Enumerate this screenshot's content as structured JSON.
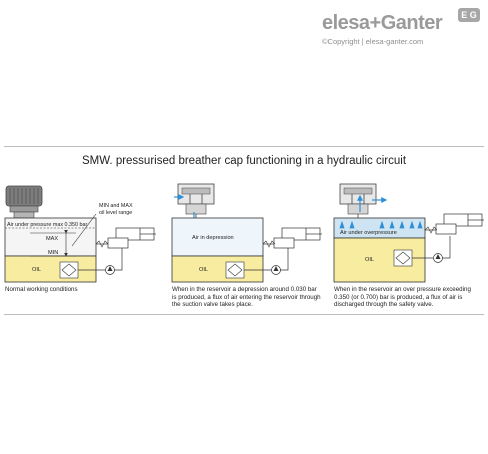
{
  "brand": {
    "logo_text": "elesa+Ganter",
    "badge": "E G",
    "copyright": "©Copyright | elesa-ganter.com"
  },
  "title": "SMW. pressurised breather cap functioning in a hydraulic circuit",
  "panels": [
    {
      "air_label": "Air under pressure max 0.350 bar",
      "max_label": "MAX",
      "min_label": "MIN",
      "oil_label": "OIL",
      "callout": "MIN and MAX oil level range",
      "caption": "Normal working conditions"
    },
    {
      "air_label": "Air in depression",
      "oil_label": "OIL",
      "caption": "When in the reservoir a depression around 0.030 bar is produced, a flux of air entering the reservoir through the suction valve takes place."
    },
    {
      "air_label": "Air under overpressure",
      "oil_label": "OIL",
      "caption": "When in the reservoir an over pressure exceeding 0.350 (or 0.700) bar is produced, a flux of air is discharged through the safety valve."
    }
  ],
  "colors": {
    "oil": "#f7eca0",
    "air_normal": "#f5f5f5",
    "air_depression": "#eef5fb",
    "air_overpressure": "#cfe4f2",
    "flow_arrow": "#2e8fd6",
    "line": "#333333"
  }
}
